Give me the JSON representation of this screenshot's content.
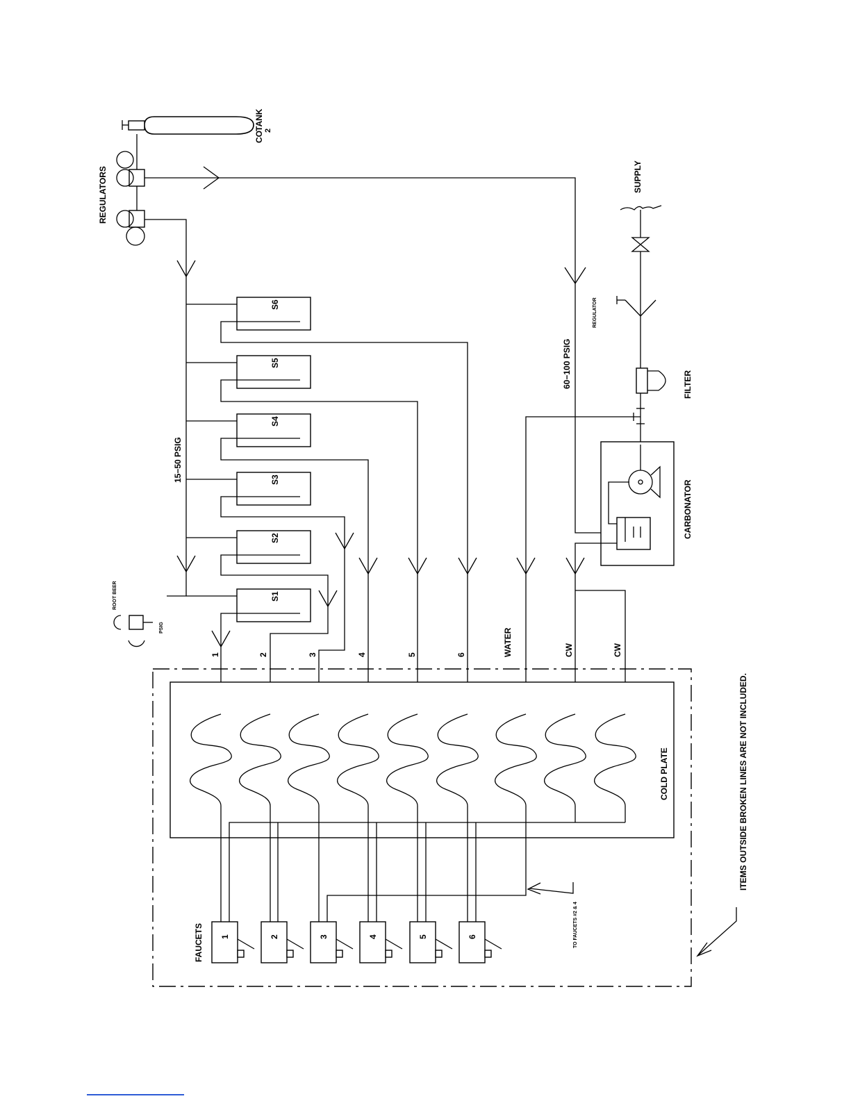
{
  "co2_tank": {
    "label_main": "CO",
    "label_sub": "2",
    "label_rest": "TANK"
  },
  "regulators_label": "REGULATORS",
  "supply_label": "SUPPLY",
  "water_regulator_label": "REGULATOR",
  "filter_label": "FILTER",
  "carbonator_label": "CARBONATOR",
  "pressure_high": "60−100 PSIG",
  "pressure_low": "15−50 PSIG",
  "root_beer_label": "ROOT BEER",
  "psig_label": "PSIG",
  "syrup_tanks": [
    "S6",
    "S5",
    "S4",
    "S3",
    "S2",
    "S1"
  ],
  "line_labels": [
    "1",
    "2",
    "3",
    "4",
    "5",
    "6",
    "WATER",
    "CW",
    "CW"
  ],
  "cold_plate_label": "COLD PLATE",
  "faucets_label": "FAUCETS",
  "faucets": [
    "1",
    "2",
    "3",
    "4",
    "5",
    "6"
  ],
  "to_faucets_label": "TO FAUCETS #2 & 4",
  "note": "ITEMS OUTSIDE BROKEN LINES ARE NOT INCLUDED."
}
